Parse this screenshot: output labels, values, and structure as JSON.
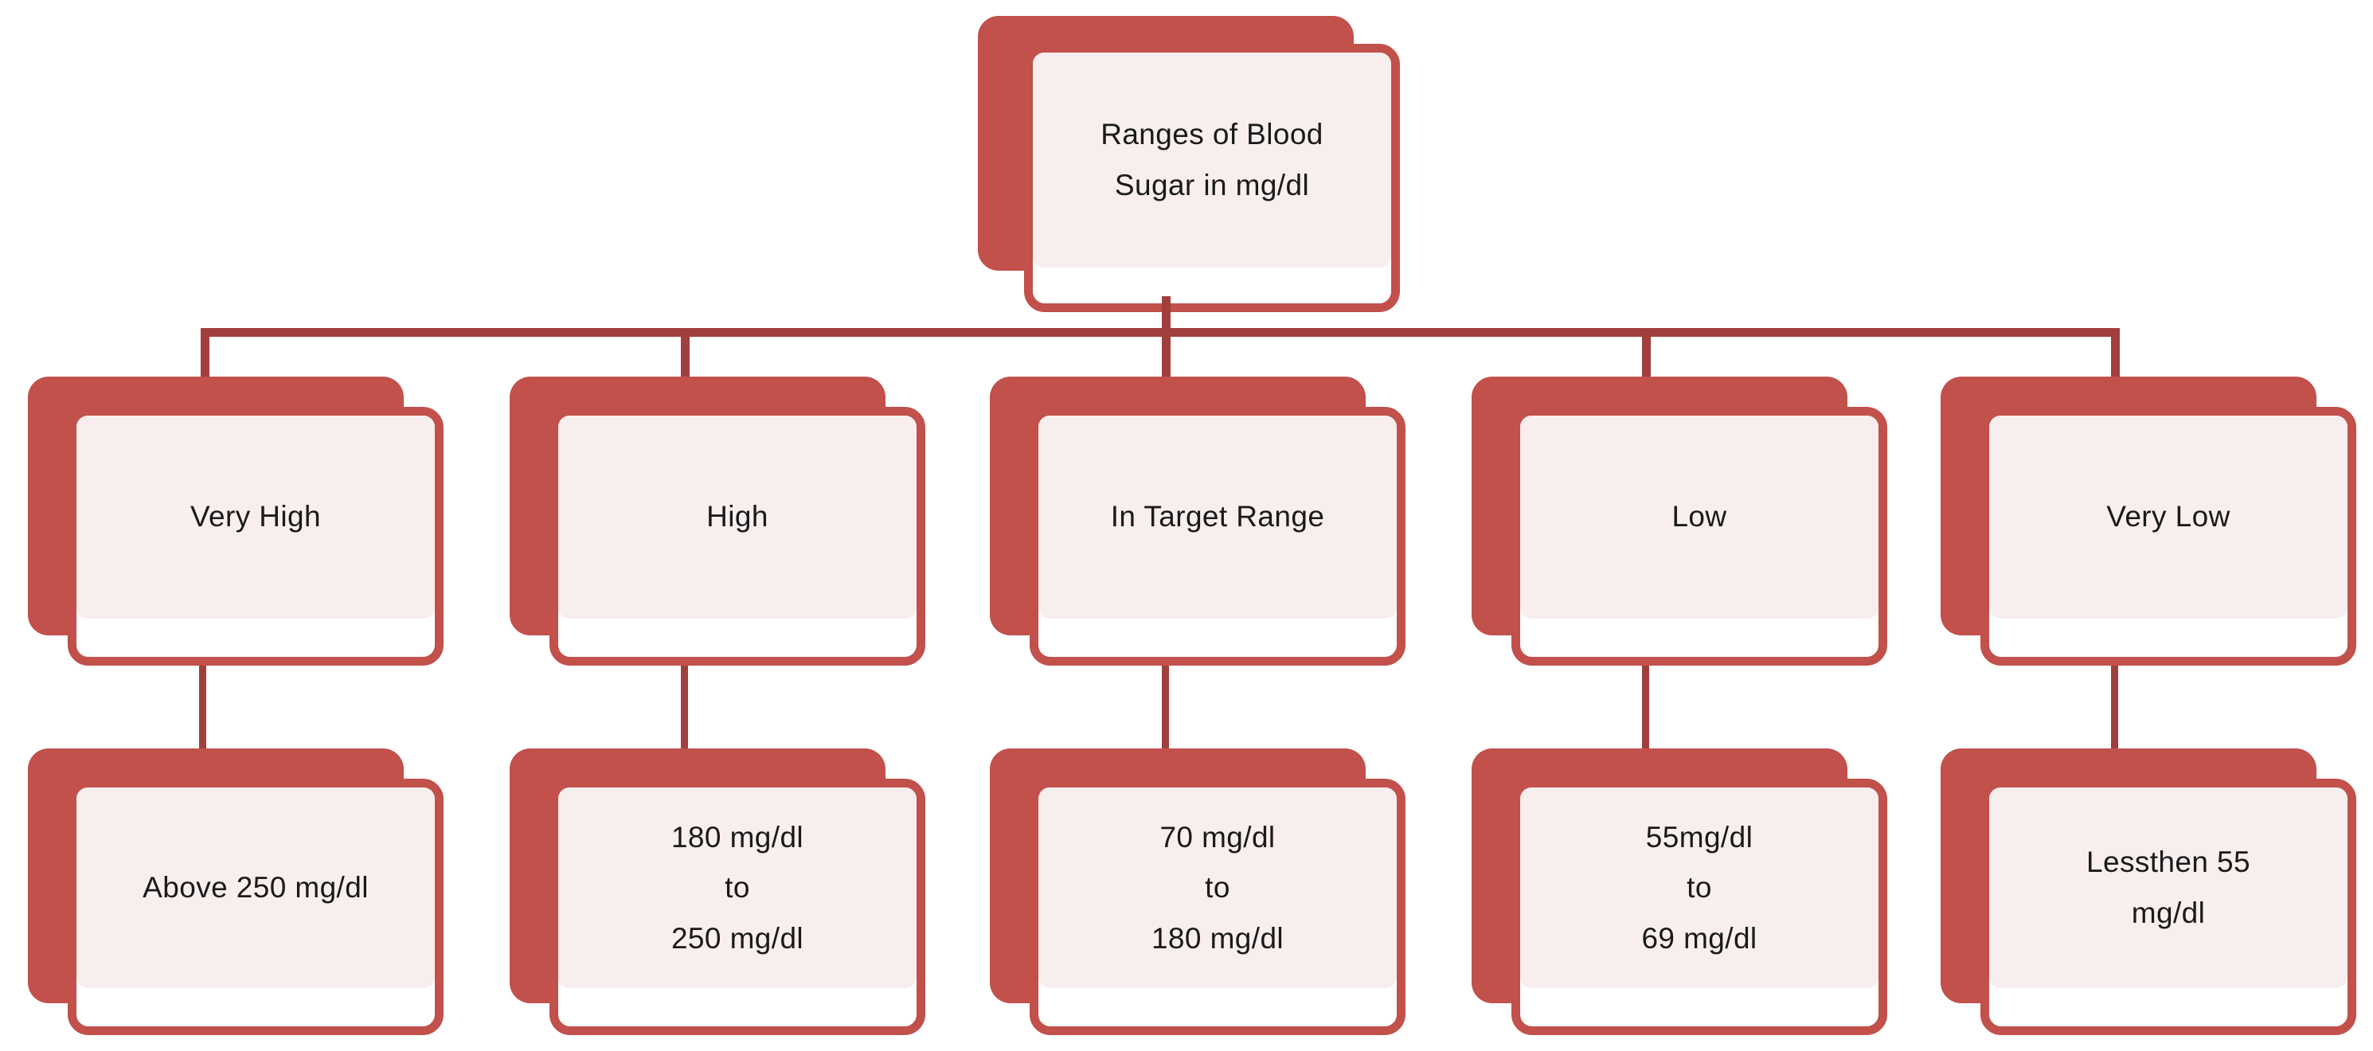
{
  "diagram": {
    "type": "hierarchy",
    "title": "Ranges of Blood Sugar in mg/dl",
    "colors": {
      "card_fill": "#c2504b",
      "card_border": "#c2504b",
      "inner_fill": "#f8eeee",
      "connector": "#a23f3c",
      "text": "#1a1a1a",
      "background": "#ffffff"
    },
    "root": {
      "label": "Ranges of Blood\nSugar in mg/dl"
    },
    "categories": [
      {
        "label": "Very High",
        "value": "Above 250 mg/dl"
      },
      {
        "label": "High",
        "value": "180 mg/dl\nto\n250 mg/dl"
      },
      {
        "label": "In Target Range",
        "value": "70 mg/dl\nto\n180 mg/dl"
      },
      {
        "label": "Low",
        "value": "55mg/dl\nto\n69 mg/dl"
      },
      {
        "label": "Very Low",
        "value": "Lessthen 55\nmg/dl"
      }
    ]
  }
}
